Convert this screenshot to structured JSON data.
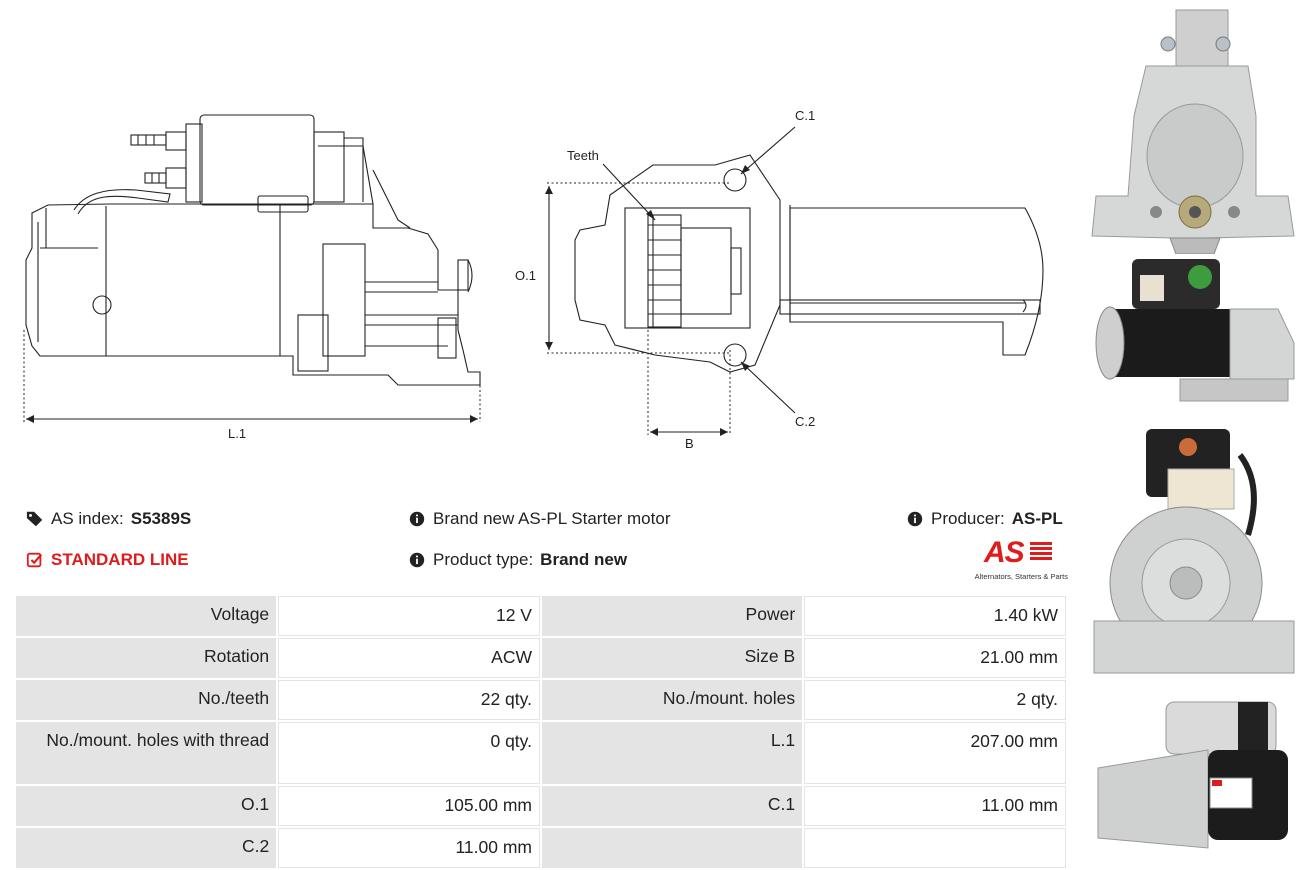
{
  "drawing": {
    "label_l1": "L.1",
    "label_o1": "O.1",
    "label_b": "B",
    "label_c1": "C.1",
    "label_c2": "C.2",
    "label_teeth": "Teeth"
  },
  "info": {
    "as_index_label": "AS index:",
    "as_index_value": "S5389S",
    "line": "STANDARD LINE",
    "description": "Brand new AS-PL Starter motor",
    "product_type_label": "Product type:",
    "product_type_value": "Brand new",
    "producer_label": "Producer:",
    "producer_value": "AS-PL",
    "logo_text": "AS",
    "logo_tagline": "Alternators, Starters & Parts"
  },
  "specs": [
    {
      "k1": "Voltage",
      "v1": "12 V",
      "k2": "Power",
      "v2": "1.40 kW"
    },
    {
      "k1": "Rotation",
      "v1": "ACW",
      "k2": "Size B",
      "v2": "21.00 mm"
    },
    {
      "k1": "No./teeth",
      "v1": "22 qty.",
      "k2": "No./mount. holes",
      "v2": "2 qty."
    },
    {
      "k1": "No./mount. holes with thread",
      "v1": "0 qty.",
      "k2": "L.1",
      "v2": "207.00 mm"
    },
    {
      "k1": "O.1",
      "v1": "105.00 mm",
      "k2": "C.1",
      "v2": "11.00 mm"
    },
    {
      "k1": "C.2",
      "v1": "11.00 mm",
      "k2": "",
      "v2": ""
    }
  ],
  "colors": {
    "accent_red": "#e01b1b",
    "cell_grey": "#e4e4e4"
  }
}
